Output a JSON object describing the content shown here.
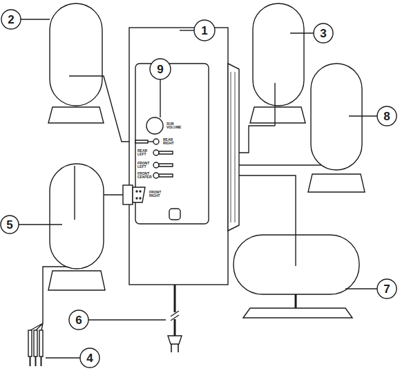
{
  "diagram": {
    "labels": [
      "2",
      "9",
      "1",
      "3",
      "8",
      "SUB VOLUME",
      "REAR RIGHT",
      "REAR LEFT",
      "FRONT LEFT",
      "FRONT CENTER",
      "FRONT RIGHT",
      "5",
      "6",
      "7",
      "4"
    ]
  }
}
